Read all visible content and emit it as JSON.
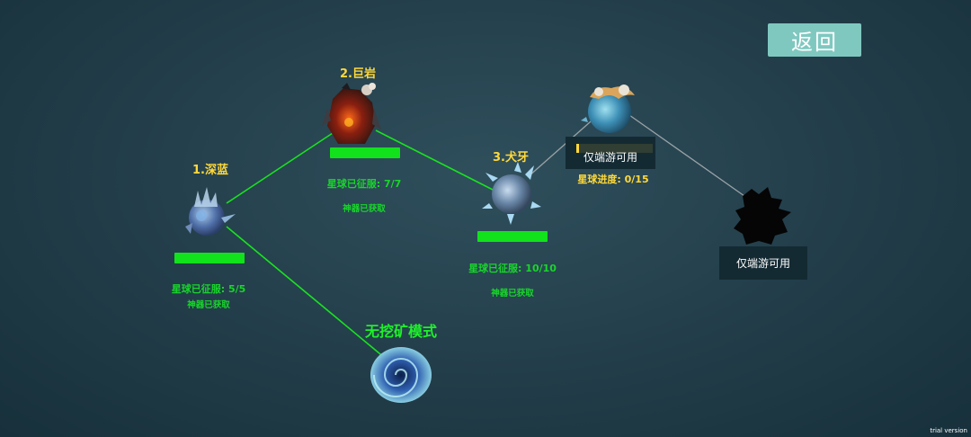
{
  "header": {
    "back_label": "返回"
  },
  "planets": [
    {
      "title": "1.深蓝",
      "progress": 1.0,
      "stat": "星球已征服: 5/5",
      "artifact": "神器已获取"
    },
    {
      "title": "2.巨岩",
      "progress": 1.0,
      "stat": "星球已征服: 7/7",
      "artifact": "神器已获取"
    },
    {
      "title": "3.犬牙",
      "progress": 1.0,
      "stat": "星球已征服: 10/10",
      "artifact": "神器已获取"
    },
    {
      "title": "",
      "progress": 0.0,
      "stat": "星球进度: 0/15",
      "lock_label": "仅端游可用"
    },
    {
      "title": "",
      "lock_label": "仅端游可用"
    }
  ],
  "mode": {
    "title": "无挖矿模式"
  },
  "watermark": "trial version",
  "colors": {
    "accent_green": "#11e21b",
    "title_yellow": "#ffd93a",
    "back_button": "#7fc8c0",
    "background": "#223d49"
  }
}
